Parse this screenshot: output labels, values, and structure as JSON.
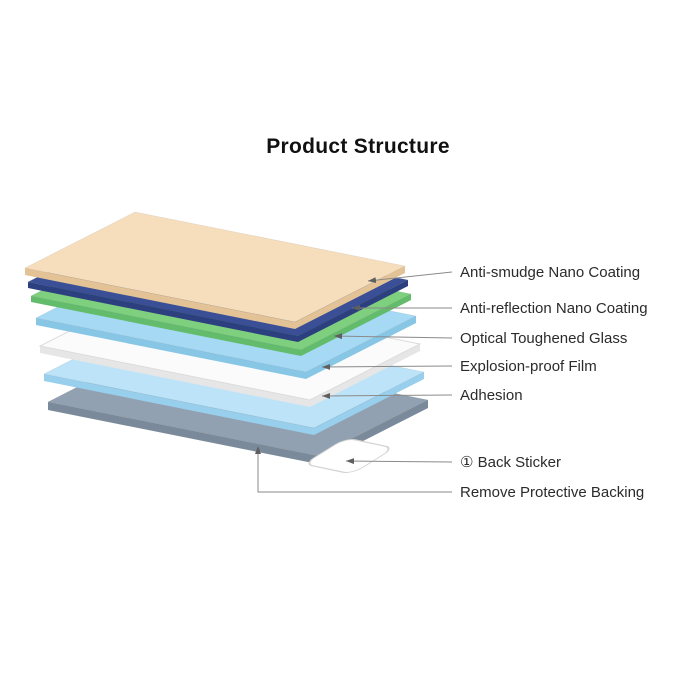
{
  "title": "Product Structure",
  "diagram": {
    "labels": {
      "anti_smudge": "Anti-smudge Nano Coating",
      "anti_reflection": "Anti-reflection Nano Coating",
      "optical_glass": "Optical Toughened Glass",
      "explosion_film": "Explosion-proof Film",
      "adhesion": "Adhesion",
      "back_sticker": "① Back Sticker",
      "remove_backing": "Remove Protective Backing"
    },
    "colors": {
      "anti_smudge_layer": "#F6DEBD",
      "anti_reflection_layer": "#3A4F96",
      "optical_glass_layer": "#7ECF7E",
      "explosion_film_layer": "#A6D9F4",
      "adhesion_layer": "#FBFBFB",
      "lower_film_layer": "#BCE3F8",
      "backing_layer": "#92A1B1",
      "back_sticker_fill": "#FFFFFF",
      "leader_line": "#8A8A8A"
    }
  }
}
